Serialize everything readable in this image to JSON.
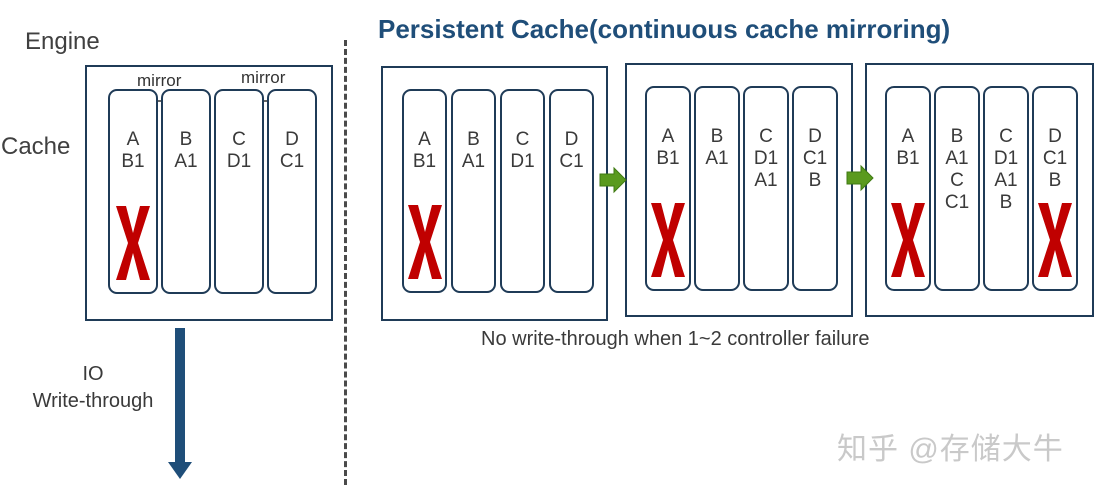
{
  "labels": {
    "engine": "Engine",
    "cache": "Cache",
    "mirror_1": "mirror",
    "mirror_2": "mirror",
    "io_line1": "IO",
    "io_line2": "Write-through",
    "title": "Persistent Cache(continuous cache mirroring)",
    "caption": "No write-through when 1~2 controller failure",
    "watermark": "知乎 @存储大牛"
  },
  "colors": {
    "title": "#1f4e79",
    "box_border": "#1f3b57",
    "failure_mark": "#c00000",
    "step_arrow": "#5a9a1e",
    "io_arrow": "#1f4e79"
  },
  "panels": [
    {
      "name": "engine",
      "controllers": [
        {
          "lines": [
            "A",
            "B1"
          ],
          "failed": true
        },
        {
          "lines": [
            "B",
            "A1"
          ],
          "failed": false
        },
        {
          "lines": [
            "C",
            "D1"
          ],
          "failed": false
        },
        {
          "lines": [
            "D",
            "C1"
          ],
          "failed": false
        }
      ]
    },
    {
      "name": "stage-1",
      "controllers": [
        {
          "lines": [
            "A",
            "B1"
          ],
          "failed": true
        },
        {
          "lines": [
            "B",
            "A1"
          ],
          "failed": false
        },
        {
          "lines": [
            "C",
            "D1"
          ],
          "failed": false
        },
        {
          "lines": [
            "D",
            "C1"
          ],
          "failed": false
        }
      ]
    },
    {
      "name": "stage-2",
      "controllers": [
        {
          "lines": [
            "A",
            "B1"
          ],
          "failed": true
        },
        {
          "lines": [
            "B",
            "A1"
          ],
          "failed": false
        },
        {
          "lines": [
            "C",
            "D1",
            "A1"
          ],
          "failed": false
        },
        {
          "lines": [
            "D",
            "C1",
            "B"
          ],
          "failed": false
        }
      ]
    },
    {
      "name": "stage-3",
      "controllers": [
        {
          "lines": [
            "A",
            "B1"
          ],
          "failed": true
        },
        {
          "lines": [
            "B",
            "A1",
            "C",
            "C1"
          ],
          "failed": false
        },
        {
          "lines": [
            "C",
            "D1",
            "A1",
            "B"
          ],
          "failed": false
        },
        {
          "lines": [
            "D",
            "C1",
            "B"
          ],
          "failed": true
        }
      ]
    }
  ],
  "icons": [
    "failure-x-icon",
    "green-right-arrow-icon",
    "io-down-arrow-icon",
    "double-arrow-icon"
  ]
}
